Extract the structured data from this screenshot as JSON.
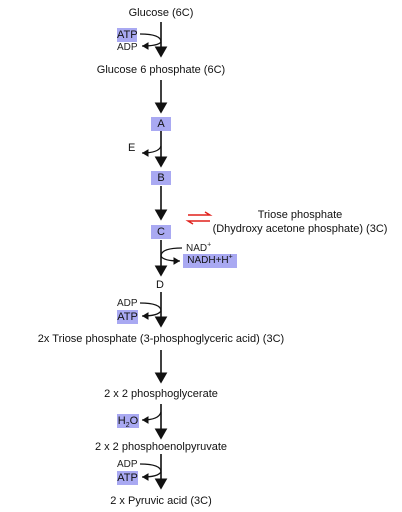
{
  "diagram": {
    "title": "Glucose (6C)",
    "steps": {
      "glucose": "Glucose (6C)",
      "atp1": "ATP",
      "adp1": "ADP",
      "g6p": "Glucose 6 phosphate (6C)",
      "a": "A",
      "e": "E",
      "b": "B",
      "c": "C",
      "triose_line1": "Triose phosphate",
      "triose_line2": "(Dhydroxy acetone phosphate) (3C)",
      "nad": "NAD",
      "nad_sup": "+",
      "nadh": "NADH+H",
      "nadh_sup": "+",
      "d": "D",
      "adp2": "ADP",
      "atp2": "ATP",
      "triose2x": "2x Triose phosphate (3-phosphoglyceric acid) (3C)",
      "phosphoglycerate": "2 x 2 phosphoglycerate",
      "h2o_h": "H",
      "h2o_sub": "2",
      "h2o_o": "O",
      "pep": "2 x 2 phosphoenolpyruvate",
      "adp3": "ADP",
      "atp3": "ATP",
      "pyruvic": "2 x Pyruvic acid (3C)"
    },
    "colors": {
      "box_fill": "#a9a9f2",
      "equilibrium_arrows": "#e0201b",
      "arrow": "#111111"
    }
  }
}
